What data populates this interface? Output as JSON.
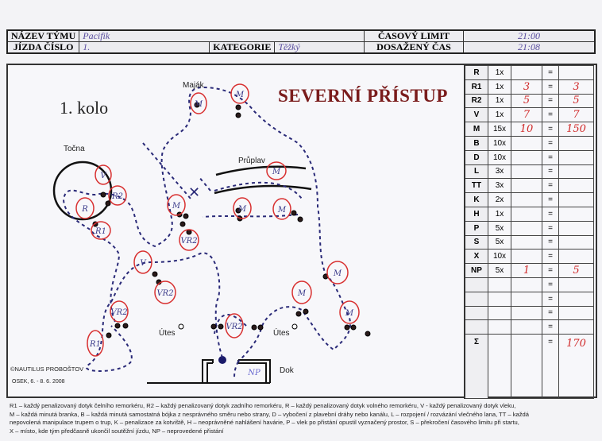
{
  "header": {
    "team_name_label": "NÁZEV TÝMU",
    "team_name_value": "Pacifik",
    "ride_number_label": "JÍZDA ČÍSLO",
    "ride_number_value": "1.",
    "category_label": "KATEGORIE",
    "category_value": "Těžký",
    "time_limit_label": "ČASOVÝ LIMIT",
    "time_limit_value": "21:00",
    "achieved_time_label": "DOSAŽENÝ ČAS",
    "achieved_time_value": "21:08"
  },
  "map": {
    "title": "SEVERNÍ PŘÍSTUP",
    "round": "1. kolo",
    "labels": {
      "lighthouse": "Maják",
      "turntable": "Točna",
      "channel": "Průplav",
      "reef1": "Útes",
      "reef2": "Útes",
      "dock": "Dok"
    },
    "copyright": "©NAUTILUS PROBOŠTOV",
    "event": "OSEK, 6. - 8. 6. 2008",
    "marks": [
      "M",
      "M",
      "M",
      "V",
      "R2",
      "R",
      "R1",
      "M",
      "M",
      "M",
      "VR2",
      "M",
      "V",
      "VR2",
      "M",
      "VR2",
      "R1",
      "VR2",
      "M",
      "NP"
    ]
  },
  "score": {
    "rows": [
      {
        "code": "R",
        "mult": "1x",
        "count": "",
        "eq": "=",
        "result": ""
      },
      {
        "code": "R1",
        "mult": "1x",
        "count": "3",
        "eq": "=",
        "result": "3"
      },
      {
        "code": "R2",
        "mult": "1x",
        "count": "5",
        "eq": "=",
        "result": "5"
      },
      {
        "code": "V",
        "mult": "1x",
        "count": "7",
        "eq": "=",
        "result": "7"
      },
      {
        "code": "M",
        "mult": "15x",
        "count": "10",
        "eq": "=",
        "result": "150"
      },
      {
        "code": "B",
        "mult": "10x",
        "count": "",
        "eq": "=",
        "result": ""
      },
      {
        "code": "D",
        "mult": "10x",
        "count": "",
        "eq": "=",
        "result": ""
      },
      {
        "code": "L",
        "mult": "3x",
        "count": "",
        "eq": "=",
        "result": ""
      },
      {
        "code": "TT",
        "mult": "3x",
        "count": "",
        "eq": "=",
        "result": ""
      },
      {
        "code": "K",
        "mult": "2x",
        "count": "",
        "eq": "=",
        "result": ""
      },
      {
        "code": "H",
        "mult": "1x",
        "count": "",
        "eq": "=",
        "result": ""
      },
      {
        "code": "P",
        "mult": "5x",
        "count": "",
        "eq": "=",
        "result": ""
      },
      {
        "code": "S",
        "mult": "5x",
        "count": "",
        "eq": "=",
        "result": ""
      },
      {
        "code": "X",
        "mult": "10x",
        "count": "",
        "eq": "=",
        "result": ""
      },
      {
        "code": "NP",
        "mult": "5x",
        "count": "1",
        "eq": "=",
        "result": "5"
      },
      {
        "code": "",
        "mult": "",
        "count": "",
        "eq": "=",
        "result": ""
      },
      {
        "code": "",
        "mult": "",
        "count": "",
        "eq": "=",
        "result": ""
      },
      {
        "code": "",
        "mult": "",
        "count": "",
        "eq": "=",
        "result": ""
      },
      {
        "code": "",
        "mult": "",
        "count": "",
        "eq": "=",
        "result": ""
      }
    ],
    "sum": {
      "code": "Σ",
      "eq": "=",
      "result": "170"
    }
  },
  "footnote": [
    "R1 – každý penalizovaný dotyk čelního remorkéru, R2 – každý penalizovaný dotyk zadního remorkéru, R – každý penalizovaný dotyk volného remorkéru, V - každý penalizovaný dotyk vleku,",
    "M – každá minutá branka, B – každá minutá samostatná bójka z nesprávného směru nebo strany, D – vybočení z plavební dráhy nebo kanálu, L – rozpojení / rozvázání vlečného lana, TT – každá",
    "nepovolená manipulace trupem o trup, K – penalizace za kotviště, H – neoprávněné nahlášení havárie, P – vlek po přistání opustil vyznačený prostor, S – překročení časového limitu při startu,",
    "X – místo, kde tým předčasně ukončil soutěžní jízdu, NP – neprovedené přistání"
  ]
}
